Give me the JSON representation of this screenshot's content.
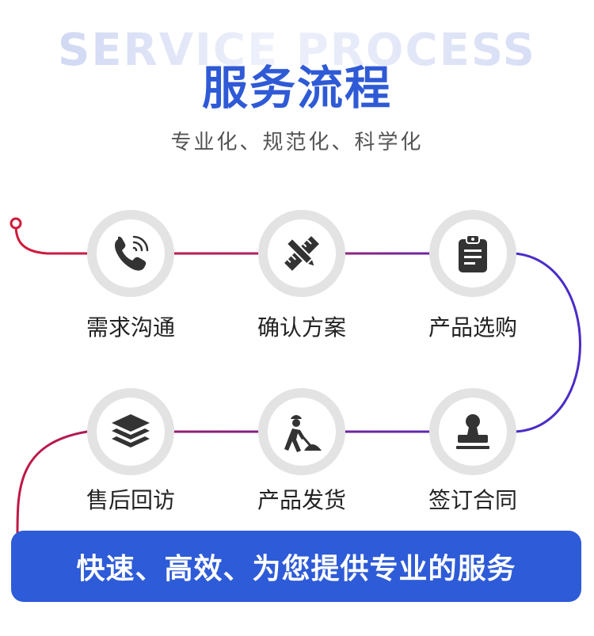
{
  "header": {
    "bg_title": "SERVICE PROCESS",
    "title": "服务流程",
    "subtitle": "专业化、规范化、科学化"
  },
  "steps": [
    {
      "label": "需求沟通",
      "icon": "phone-icon"
    },
    {
      "label": "确认方案",
      "icon": "pencil-ruler-icon"
    },
    {
      "label": "产品选购",
      "icon": "clipboard-icon"
    },
    {
      "label": "签订合同",
      "icon": "stamp-icon"
    },
    {
      "label": "产品发货",
      "icon": "worker-icon"
    },
    {
      "label": "售后回访",
      "icon": "layers-icon"
    }
  ],
  "banner": {
    "text": "快速、高效、为您提供专业的服务"
  },
  "colors": {
    "brand_blue": "#2e5bd7",
    "line_red": "#d11a3a",
    "line_purple": "#4b2cc7",
    "circle_gray": "#e3e3e3",
    "icon_dark": "#333333"
  }
}
